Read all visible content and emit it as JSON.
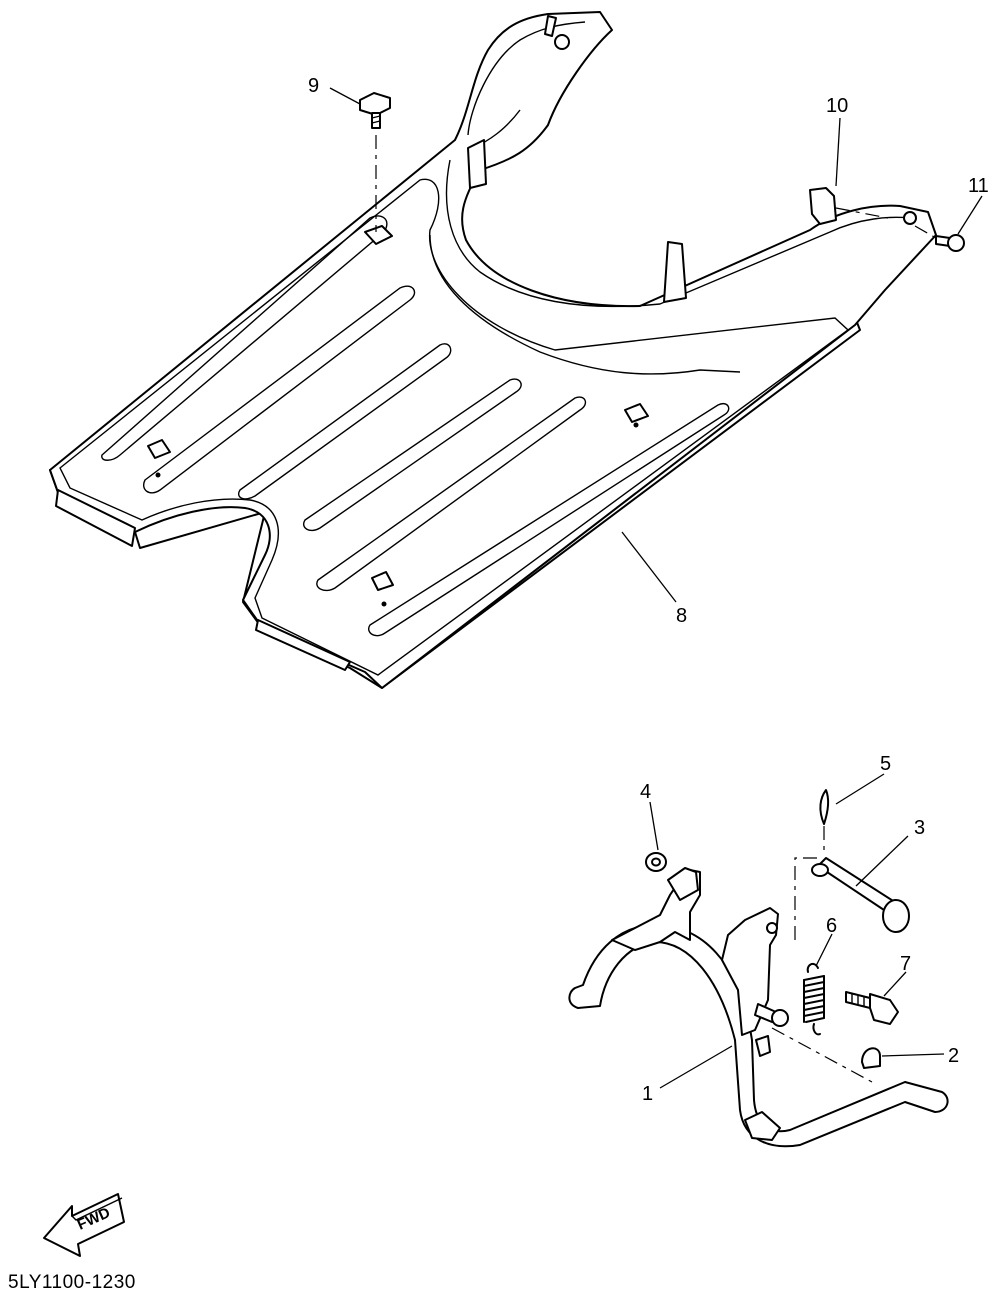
{
  "diagram_code": "5LY1100-1230",
  "fwd_label": "FWD",
  "callouts": [
    {
      "id": "1",
      "label": "1"
    },
    {
      "id": "2",
      "label": "2"
    },
    {
      "id": "3",
      "label": "3"
    },
    {
      "id": "4",
      "label": "4"
    },
    {
      "id": "5",
      "label": "5"
    },
    {
      "id": "6",
      "label": "6"
    },
    {
      "id": "7",
      "label": "7"
    },
    {
      "id": "8",
      "label": "8"
    },
    {
      "id": "9",
      "label": "9"
    },
    {
      "id": "10",
      "label": "10"
    },
    {
      "id": "11",
      "label": "11"
    }
  ]
}
